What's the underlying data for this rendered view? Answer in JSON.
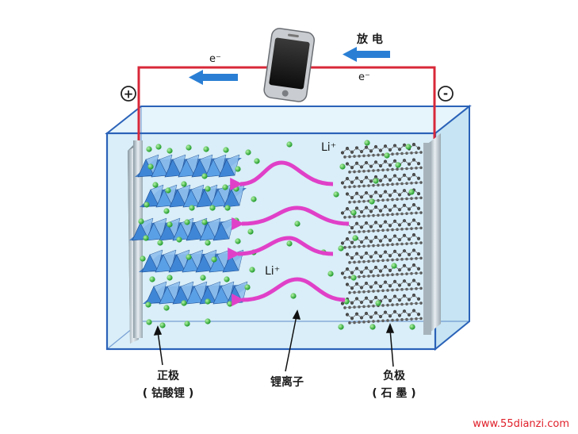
{
  "labels": {
    "discharge": "放 电",
    "electron": "e⁻",
    "electron_sup_base": "e",
    "plus_terminal": "+",
    "minus_terminal": "-",
    "li_ion_label": "Li⁺",
    "li_base": "Li",
    "li_sup": "+",
    "cathode_line1": "正极",
    "cathode_line2": "( 钴酸锂 )",
    "ion_label": "锂离子",
    "anode_line1": "负极",
    "anode_line2": "( 石 墨 )",
    "watermark": "www.55dianzi.com"
  },
  "colors": {
    "wire": "#d8283a",
    "arrow_blue": "#2a7fd4",
    "ion_arrow": "#e040c8",
    "ion_dot": "#3cc23c",
    "crystal": "#3f86d6",
    "electrolyte": "#d9eef8",
    "tank_edge": "#2a62b8",
    "graphite": "#444444"
  },
  "icons": {
    "phone": "phone-icon",
    "plus": "plus-terminal-icon",
    "minus": "minus-terminal-icon"
  }
}
